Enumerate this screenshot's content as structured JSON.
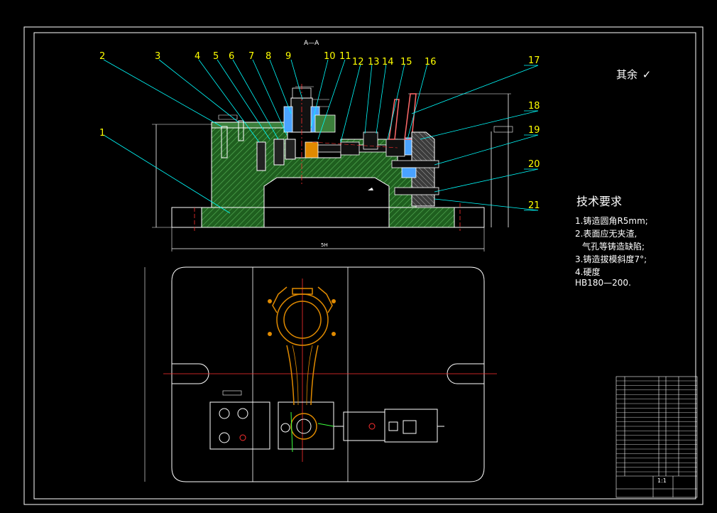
{
  "drawing": {
    "section_label": "A—A",
    "surface_note": "其余",
    "surface_symbol": "✓",
    "dimension_bottom": "5H",
    "scale": "1:1"
  },
  "tech_requirements": {
    "title": "技术要求",
    "lines": [
      "1.铸造圆角R5mm;",
      "2.表面应无夹渣,",
      "  气孔等铸造缺陷;",
      "3.铸造拔模斜度7°;",
      "4.硬度",
      "HB180—200."
    ]
  },
  "callouts": [
    "1",
    "2",
    "3",
    "4",
    "5",
    "6",
    "7",
    "8",
    "9",
    "10",
    "11",
    "12",
    "13",
    "14",
    "15",
    "16",
    "17",
    "18",
    "19",
    "20",
    "21"
  ],
  "colors": {
    "background": "#000000",
    "frame": "#ffffff",
    "leader": "#00ffff",
    "callout_text": "#ffff00",
    "body_hatch": "#2e8b2e",
    "part_orange": "#e08a00",
    "center_line": "#ff3030",
    "dimension": "#ffffff",
    "blue_part": "#4aa3ff"
  }
}
